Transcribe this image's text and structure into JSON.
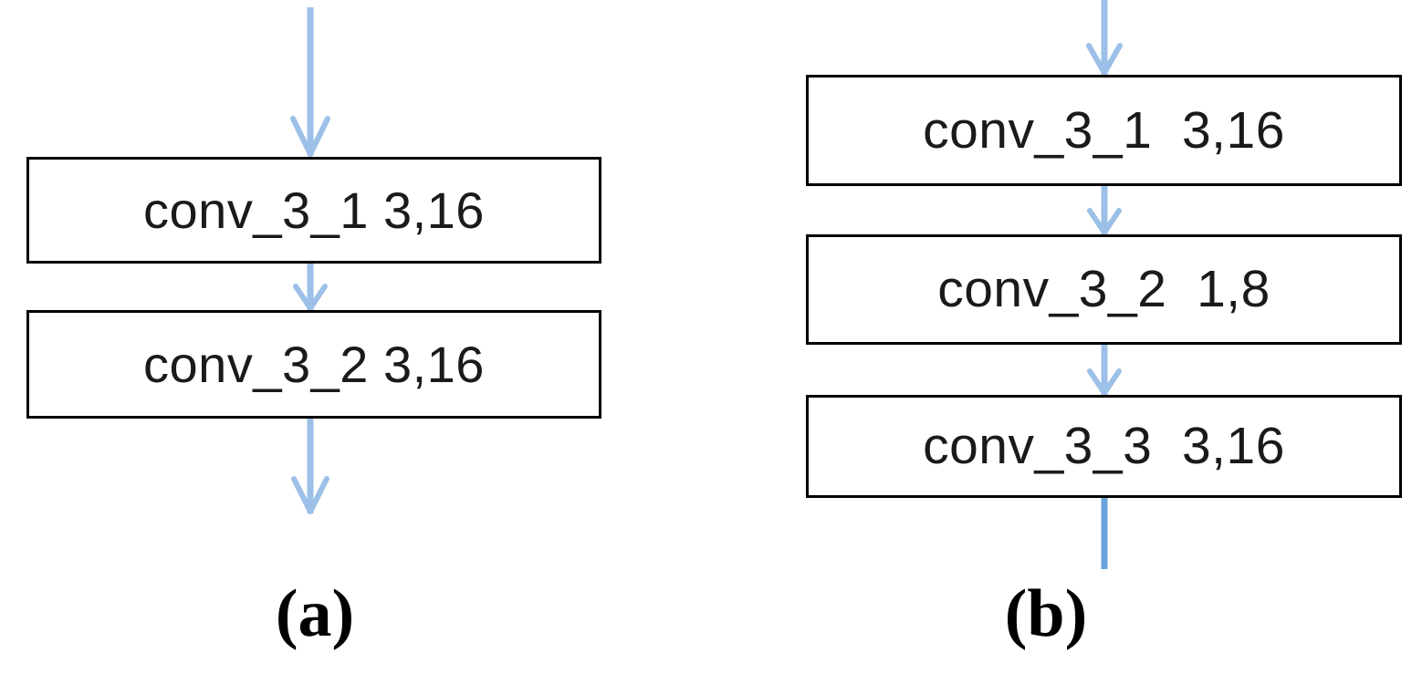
{
  "figure": {
    "type": "block-diagram",
    "description": "Two convolutional block variants shown side by side",
    "background_color": "#ffffff",
    "box_border_color": "#000000",
    "arrow_color": "#9cc0e7",
    "text_color": "#1a1a1a"
  },
  "panels": [
    {
      "id": "a",
      "caption": "(a)",
      "has_input_arrow": true,
      "has_output_arrow": true,
      "output_arrow_head": true,
      "blocks": [
        {
          "name": "conv_3_1",
          "params": "3,16",
          "label": "conv_3_1 3,16"
        },
        {
          "name": "conv_3_2",
          "params": "3,16",
          "label": "conv_3_2 3,16"
        }
      ]
    },
    {
      "id": "b",
      "caption": "(b)",
      "has_input_arrow": true,
      "has_output_arrow": true,
      "output_arrow_head": false,
      "blocks": [
        {
          "name": "conv_3_1",
          "params": "3,16",
          "label": "conv_3_1  3,16"
        },
        {
          "name": "conv_3_2",
          "params": "1,8",
          "label": "conv_3_2  1,8"
        },
        {
          "name": "conv_3_3",
          "params": "3,16",
          "label": "conv_3_3  3,16"
        }
      ]
    }
  ]
}
